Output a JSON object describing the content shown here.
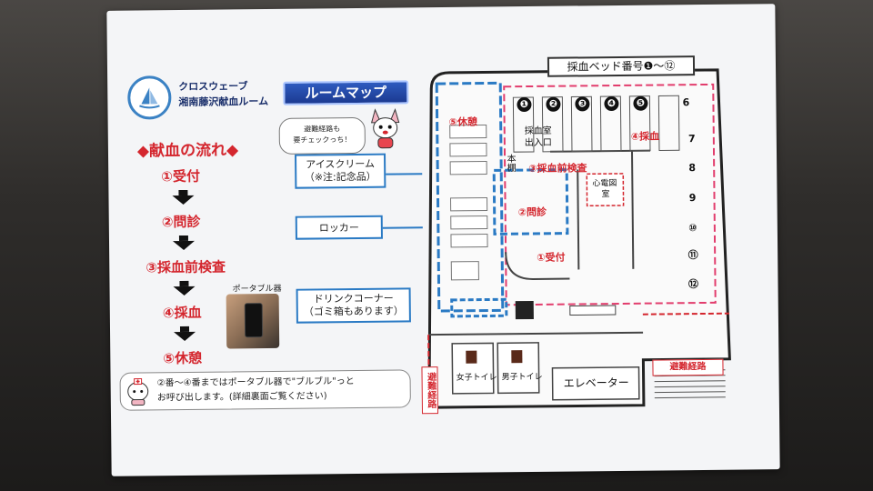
{
  "logo": {
    "line1": "クロスウェーブ",
    "line2": "湘南藤沢献血ルーム",
    "icon": "sailboat-icon"
  },
  "map_title": "ルームマップ",
  "mascot_bubble": "避難経路も\n要チェックっち！",
  "flow": {
    "heading": "◆献血の流れ◆",
    "steps": [
      "①受付",
      "②問診",
      "③採血前検査",
      "④採血",
      "⑤休憩"
    ]
  },
  "portable_label": "ポータブル器",
  "bottom_note": {
    "line1": "②番〜④番まではポータブル器で\"ブルブル\"っと",
    "line2": "お呼び出します。(詳細裏面ご覧ください)"
  },
  "callouts": {
    "icecream": {
      "line1": "アイスクリーム",
      "line2": "（※注:記念品）"
    },
    "locker": "ロッカー",
    "drink": {
      "line1": "ドリンクコーナー",
      "line2": "（ゴミ箱もあります）"
    }
  },
  "plan": {
    "bed_header": "採血ベッド番号❶〜⑫",
    "beds_top": [
      "❶",
      "❷",
      "❸",
      "❹",
      "❺",
      "6"
    ],
    "beds_right": [
      "7",
      "8",
      "9",
      "⑩",
      "⑪",
      "⑫"
    ],
    "zones": {
      "rest": "⑤休憩",
      "blood": "④採血",
      "pretest": "③採血前検査",
      "interview": "②問診",
      "reception": "①受付"
    },
    "labels": {
      "entrance_line1": "採血室",
      "entrance_line2": "出入口",
      "bookshelf": "本棚",
      "ecg_line1": "心電図",
      "ecg_line2": "室",
      "women_toilet": "女子トイレ",
      "men_toilet": "男子トイレ",
      "elevator": "エレベーター"
    },
    "evac_route": "避難経路",
    "evac_vertical": "避難経路"
  },
  "colors": {
    "accent_red": "#d4262e",
    "accent_blue": "#2a7ac4",
    "title_blue": "#1c3a91"
  }
}
